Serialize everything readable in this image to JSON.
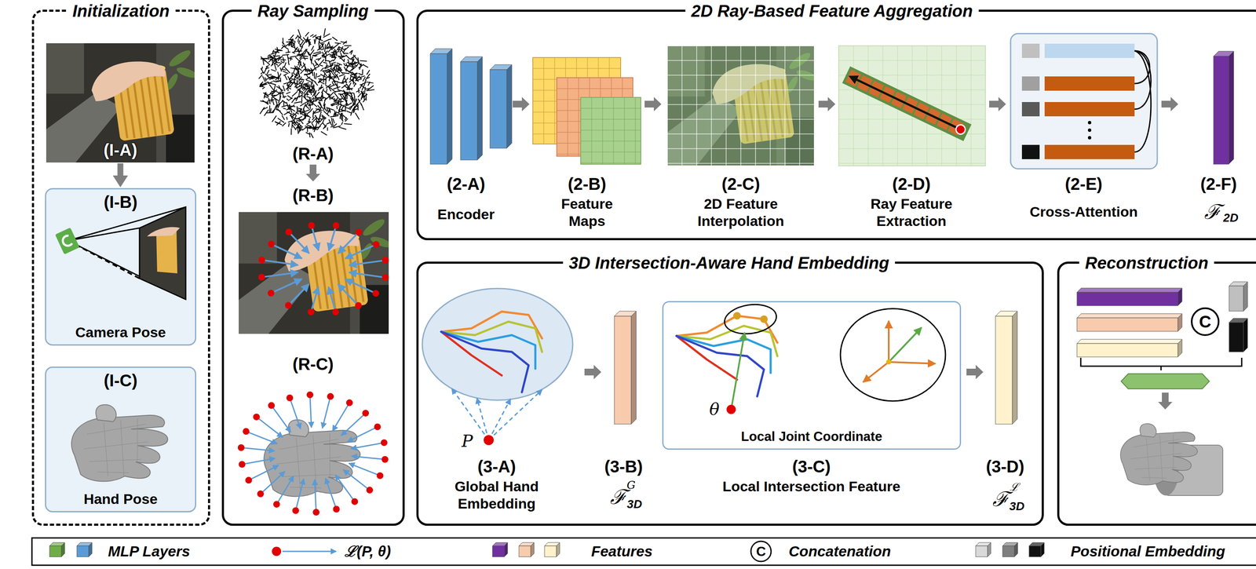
{
  "diagram": {
    "nodes": [
      {
        "text": [
          "Initialization"
        ]
      },
      {
        "text": [
          "(I-A)"
        ],
        "in": 0
      },
      {
        "text": [
          "(I-B)",
          "Camera Pose"
        ],
        "in": 0
      },
      {
        "text": [
          "(I-C)",
          "Hand Pose"
        ],
        "in": 0
      },
      {
        "text": [
          "Ray Sampling"
        ]
      },
      {
        "text": [
          "2D Ray-Based Feature Aggregation"
        ]
      },
      {
        "text": [
          "3D Intersection-Aware Hand Embedding"
        ]
      },
      {
        "text": [
          "Local Joint Coordinate"
        ],
        "in": 6
      },
      {
        "text": [
          "Reconstruction"
        ]
      }
    ],
    "edges": [
      {
        "from": 1,
        "to": 2,
        "arrow": "to"
      }
    ],
    "labels": [
      "(R-A)",
      "(R-B)",
      "(R-C)",
      "(2-A)",
      "Encoder",
      "(2-B)",
      "Feature Maps",
      "(2-C)",
      "2D Feature Interpolation",
      "(2-D)",
      "Ray Feature Extraction",
      "(2-E)",
      "Cross-Attention",
      "(2-F)",
      "ℱ",
      "2D",
      "P",
      "(3-A)",
      "Global Hand Embedding",
      "(3-B)",
      "ℱ",
      "G",
      "3D",
      "θ",
      "(3-C)",
      "Local Intersection Feature",
      "(3-D)",
      "ℱ",
      "ℒ",
      "3D",
      "C",
      "C"
    ],
    "legend": [
      {
        "text": "MLP Layers"
      },
      {
        "text": "ℒ(P, θ)"
      },
      {
        "text": "Features"
      },
      {
        "text": "Concatenation"
      },
      {
        "text": "Positional Embedding"
      }
    ]
  }
}
